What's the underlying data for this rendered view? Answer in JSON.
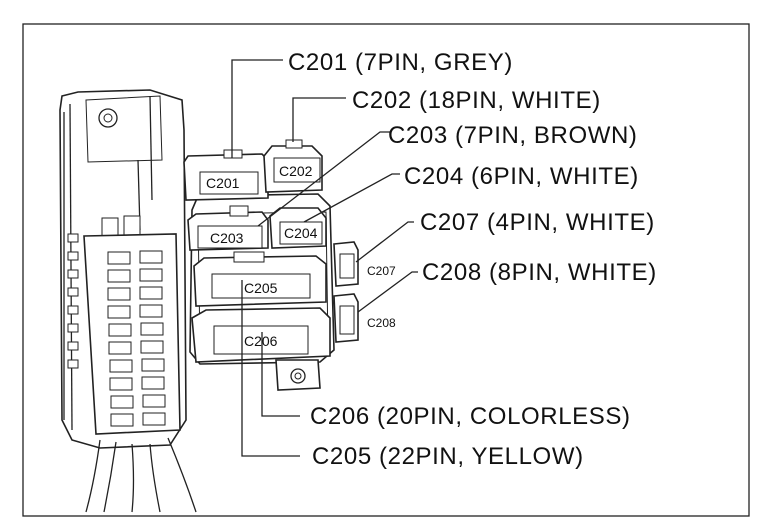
{
  "connectors": [
    {
      "id": "C201",
      "callout": "C201 (7PIN, GREY)"
    },
    {
      "id": "C202",
      "callout": "C202 (18PIN, WHITE)"
    },
    {
      "id": "C203",
      "callout": "C203 (7PIN, BROWN)"
    },
    {
      "id": "C204",
      "callout": "C204 (6PIN, WHITE)"
    },
    {
      "id": "C207",
      "callout": "C207 (4PIN, WHITE)"
    },
    {
      "id": "C208",
      "callout": "C208 (8PIN, WHITE)"
    },
    {
      "id": "C206",
      "callout": "C206 (20PIN, COLORLESS)"
    },
    {
      "id": "C205",
      "callout": "C205 (22PIN, YELLOW)"
    }
  ],
  "colors": {
    "line": "#222222",
    "background": "#ffffff"
  }
}
